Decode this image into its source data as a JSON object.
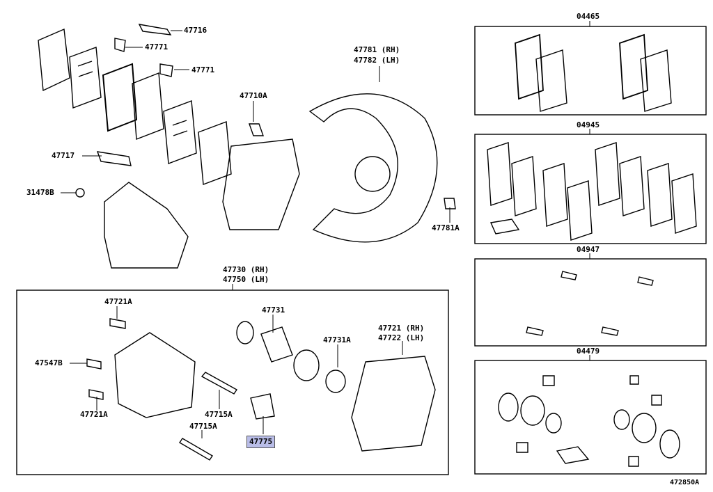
{
  "labels": {
    "p47716": "47716",
    "p47771a": "47771",
    "p47771b": "47771",
    "p47717": "47717",
    "p31478b": "31478B",
    "p47710a": "47710A",
    "p47781": "47781 (RH)",
    "p47782": "47782 (LH)",
    "p47781a": "47781A",
    "p47730": "47730 (RH)",
    "p47750": "47750 (LH)",
    "p47721a_top": "47721A",
    "p47547b": "47547B",
    "p47721a_bot": "47721A",
    "p47715a_1": "47715A",
    "p47715a_2": "47715A",
    "p47731": "47731",
    "p47731a": "47731A",
    "p47775": "47775",
    "p47721": "47721 (RH)",
    "p47722": "47722 (LH)",
    "k04465": "04465",
    "k04945": "04945",
    "k04947": "04947",
    "k04479": "04479",
    "figure_id": "472850A"
  },
  "highlight_color": "#b9bde8"
}
